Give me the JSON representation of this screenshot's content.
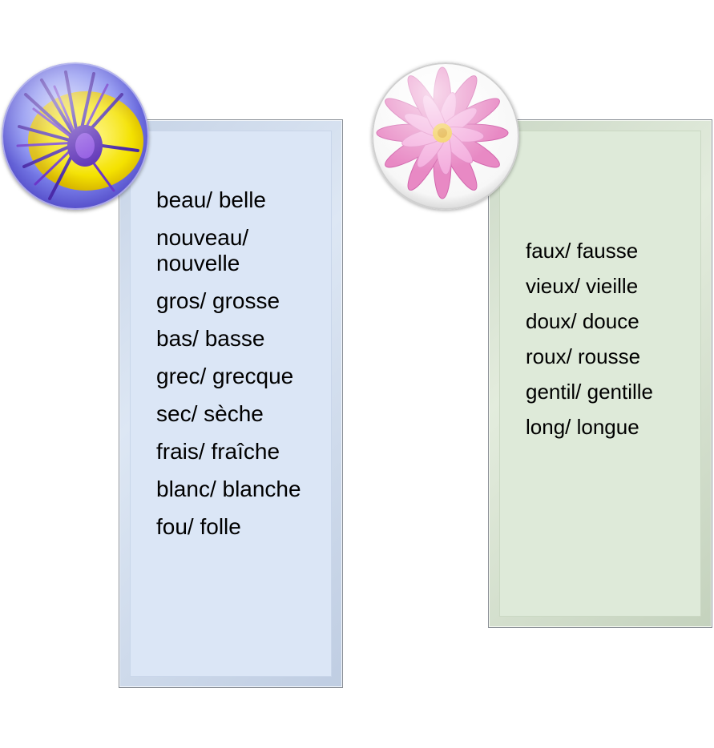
{
  "left_panel": {
    "icon": "purple-yellow-flower-icon",
    "color": "#dbe6f6",
    "items": [
      "beau/ belle",
      "nouveau/ nouvelle",
      "gros/ grosse",
      "bas/ basse",
      "grec/ grecque",
      "sec/ sèche",
      "frais/ fraîche",
      "blanc/ blanche",
      "fou/ folle"
    ]
  },
  "right_panel": {
    "icon": "pink-chrysanthemum-icon",
    "color": "#deead9",
    "items": [
      "faux/ fausse",
      "vieux/ vieille",
      "doux/ douce",
      "roux/ rousse",
      "gentil/ gentille",
      "long/ longue"
    ]
  }
}
